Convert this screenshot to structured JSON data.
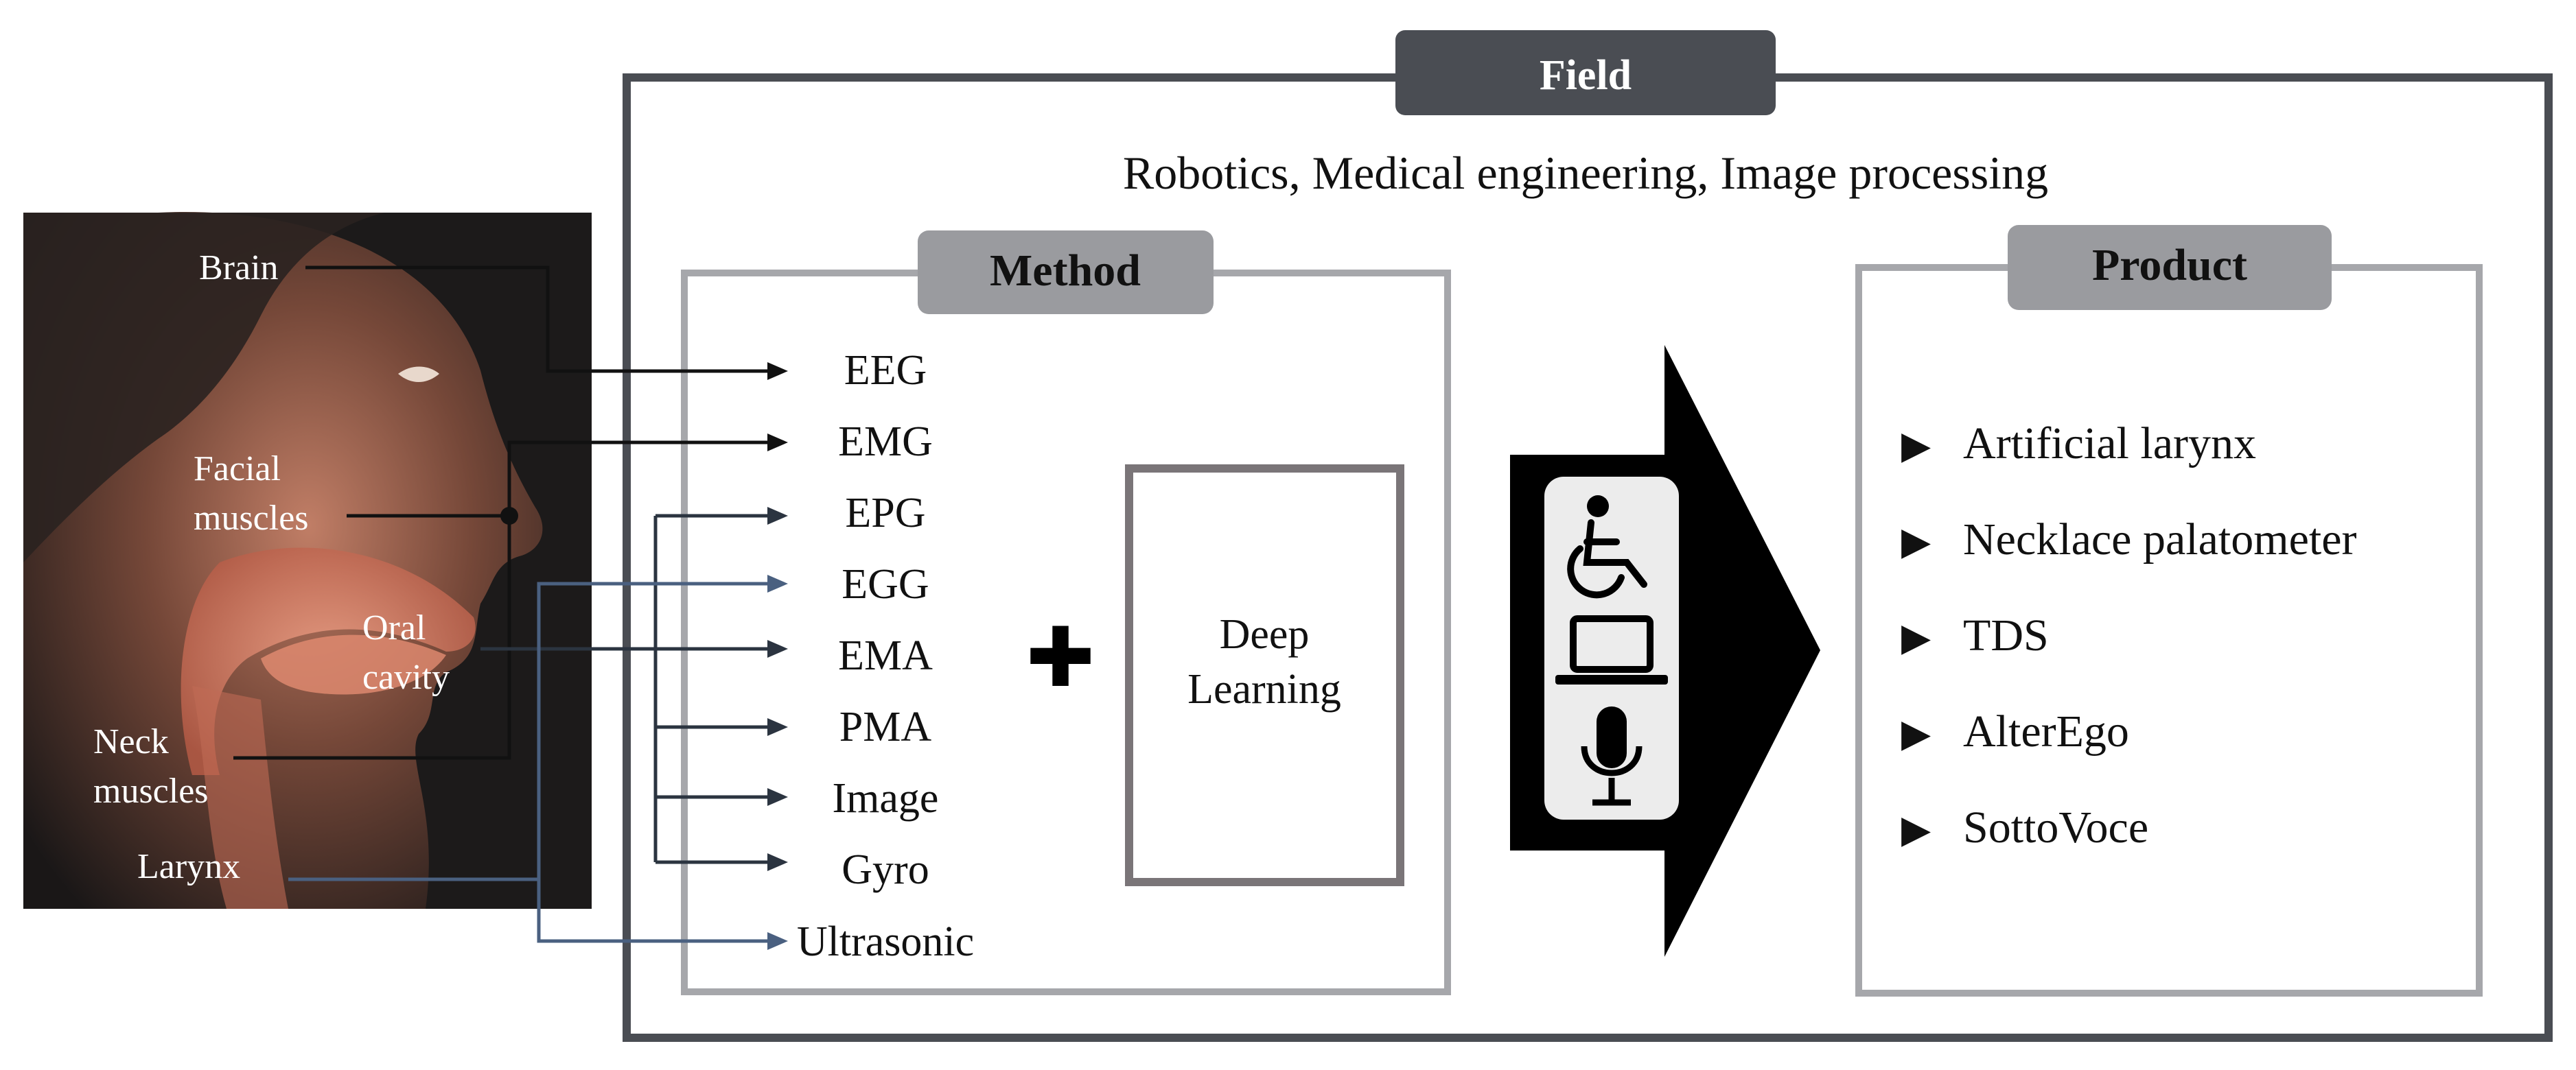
{
  "field": {
    "title": "Field",
    "subtitle": "Robotics, Medical engineering, Image processing"
  },
  "anatomy": {
    "labels": {
      "brain": "Brain",
      "facial_1": "Facial",
      "facial_2": "muscles",
      "oral_1": "Oral",
      "oral_2": "cavity",
      "neck_1": "Neck",
      "neck_2": "muscles",
      "larynx": "Larynx"
    }
  },
  "method": {
    "title": "Method",
    "items": [
      "EEG",
      "EMG",
      "EPG",
      "EGG",
      "EMA",
      "PMA",
      "Image",
      "Gyro",
      "Ultrasonic"
    ],
    "plus_symbol": "✚",
    "deep_learning_1": "Deep",
    "deep_learning_2": "Learning"
  },
  "arrow_icons": [
    "wheelchair-icon",
    "laptop-icon",
    "microphone-icon"
  ],
  "product": {
    "title": "Product",
    "bullet_glyph": "▶",
    "items": [
      "Artificial larynx",
      "Necklace palatometer",
      "TDS",
      "AlterEgo",
      "SottoVoce"
    ]
  },
  "colors": {
    "field_frame": "#4a4d53",
    "field_tab": "#4a4d53",
    "method_frame": "#a6a7ab",
    "method_tab": "#9a9b9f",
    "product_frame": "#a6a7ab",
    "product_tab": "#9a9b9f",
    "deep_box": "#7a7578",
    "arrow_black": "#111111",
    "arrow_blue": "#4a6080",
    "arrow_dark": "#2b3440",
    "big_arrow": "#000000"
  }
}
